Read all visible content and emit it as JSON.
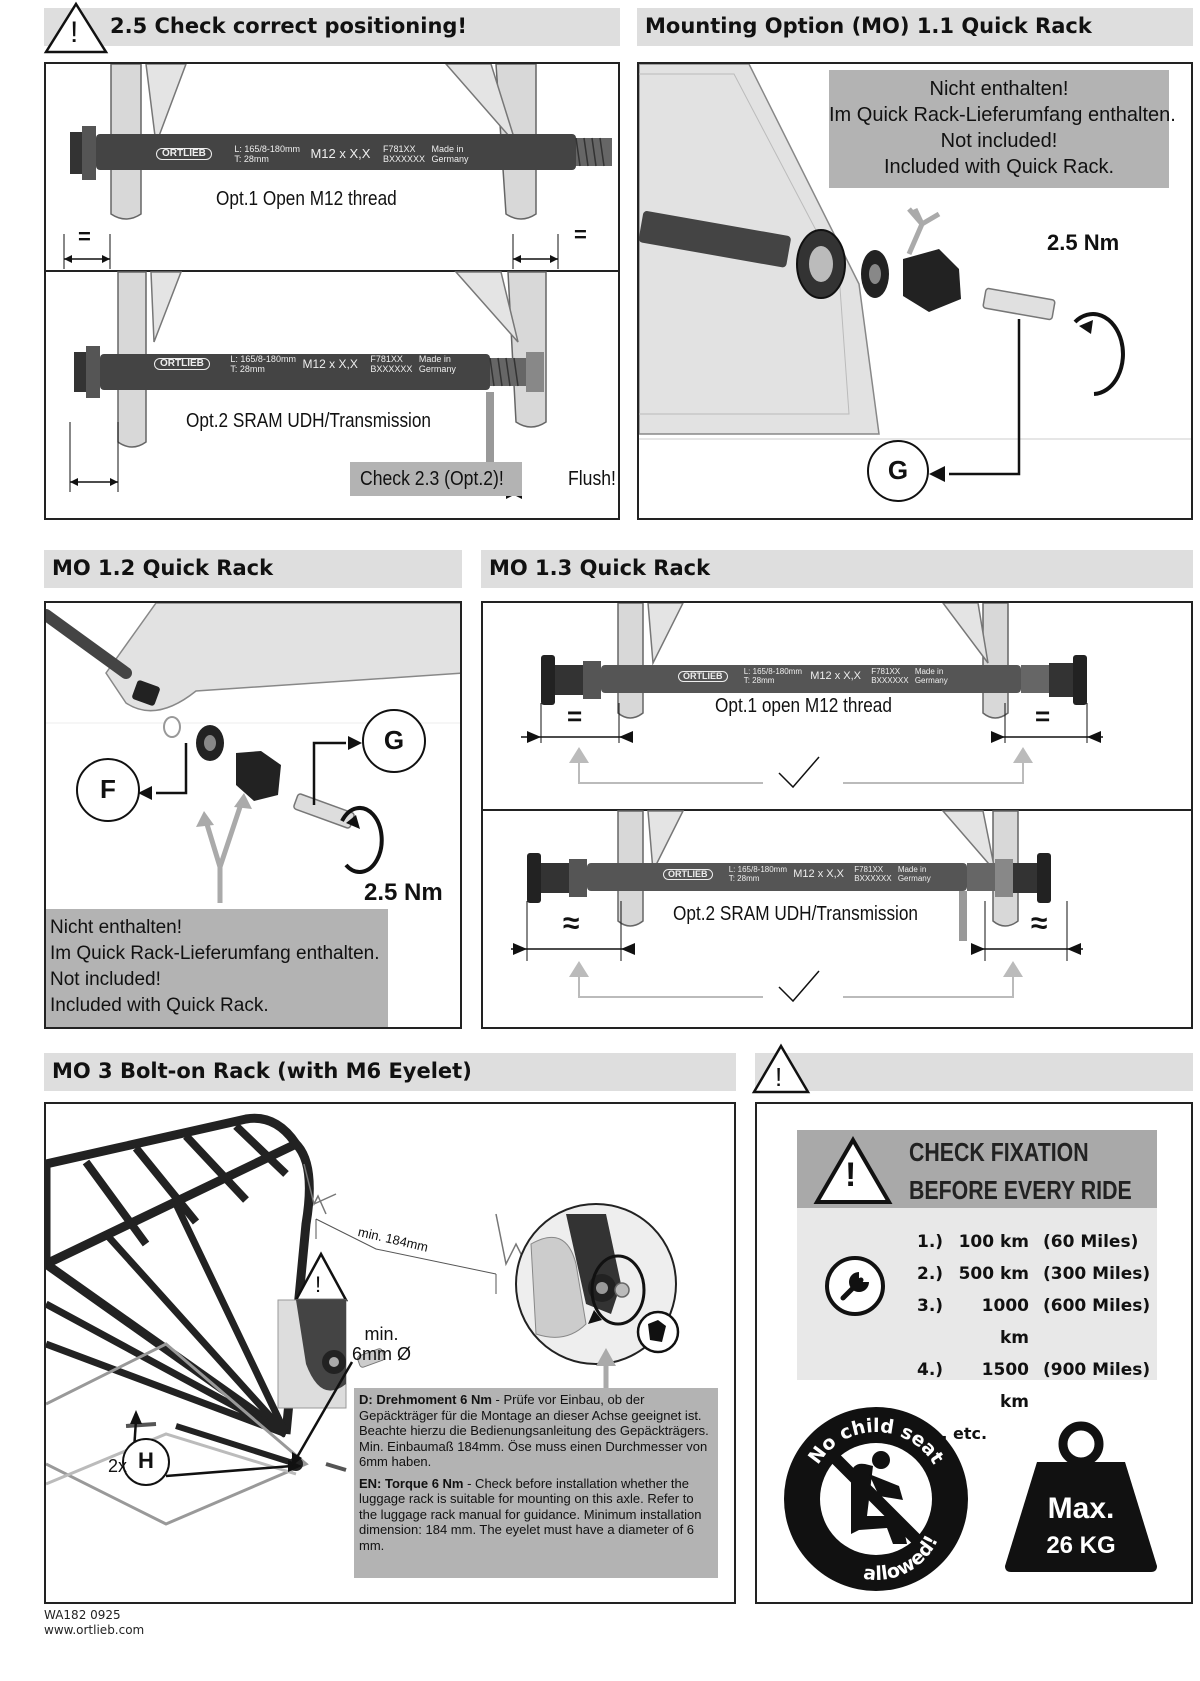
{
  "sections": {
    "positioning": {
      "title": "2.5 Check correct positioning!",
      "warning_symbol": "!",
      "opt1_label": "Opt.1 Open M12 thread",
      "opt2_label": "Opt.2 SRAM UDH/Transmission",
      "equal_sign": "=",
      "check_label": "Check 2.3 (Opt.2)!",
      "flush_label": "Flush!"
    },
    "mo11": {
      "title": "Mounting Option (MO) 1.1 Quick Rack",
      "note_lines": [
        "Nicht enthalten!",
        "Im Quick Rack-Lieferumfang enthalten.",
        "Not included!",
        "Included with Quick Rack."
      ],
      "torque": "2.5 Nm",
      "ref_g": "G"
    },
    "mo12": {
      "title": "MO 1.2 Quick Rack",
      "ref_f": "F",
      "ref_g": "G",
      "torque": "2.5 Nm",
      "note_lines": [
        "Nicht enthalten!",
        "Im Quick Rack-Lieferumfang enthalten.",
        "Not included!",
        "Included with Quick Rack."
      ]
    },
    "mo13": {
      "title": "MO 1.3 Quick Rack",
      "opt1_label": "Opt.1 open M12 thread",
      "opt2_label": "Opt.2 SRAM UDH/Transmission",
      "equal_sign": "=",
      "approx_sign": "≈"
    },
    "mo3": {
      "title": "MO 3 Bolt-on Rack (with M6 Eyelet)",
      "min_distance": "min. 184mm",
      "min_dia_line1": "min.",
      "min_dia_line2": "6mm Ø",
      "ref_h": "H",
      "qty": "2x",
      "warning_symbol": "!",
      "de_heading": "D: Drehmoment 6 Nm",
      "de_text": " - Prüfe vor Einbau, ob der Gepäckträger für die Montage an dieser Achse geeignet ist. Beachte hierzu die Bedienungsanleitung des Gepäckträgers. Min. Einbaumaß 184mm. Öse muss einen Durchmesser von 6mm haben.",
      "en_heading": "EN: Torque 6 Nm",
      "en_text": " - Check before installation whether the luggage rack is suitable for mounting on this axle. Refer to the luggage rack manual for guidance. Minimum installation dimension: 184 mm. The eyelet must have a diameter of 6 mm."
    },
    "warning": {
      "warning_symbol": "!",
      "sign_title_line1": "CHECK FIXATION",
      "sign_title_line2": "BEFORE EVERY RIDE",
      "intervals": [
        {
          "n": "1.)",
          "km": "100 km",
          "miles": "(60 Miles)"
        },
        {
          "n": "2.)",
          "km": "500 km",
          "miles": "(300 Miles)"
        },
        {
          "n": "3.)",
          "km": "1000 km",
          "miles": "(600 Miles)"
        },
        {
          "n": "4.)",
          "km": "1500 km",
          "miles": "(900 Miles)"
        }
      ],
      "etc": "..... etc.",
      "child_seat_top": "No child seat",
      "child_seat_bottom": "allowed!",
      "max_label": "Max.",
      "max_weight": "26 KG"
    }
  },
  "axle_print": {
    "brand": "ORTLIEB",
    "spec1": "L: 165/8-180mm",
    "spec2": "T: 28mm",
    "thread": "M12 x  X,X",
    "code1": "F781XX",
    "code2": "BXXXXXX",
    "made1": "Made in",
    "made2": "Germany"
  },
  "footer": {
    "code": "WA182 0925",
    "url": "www.ortlieb.com"
  }
}
